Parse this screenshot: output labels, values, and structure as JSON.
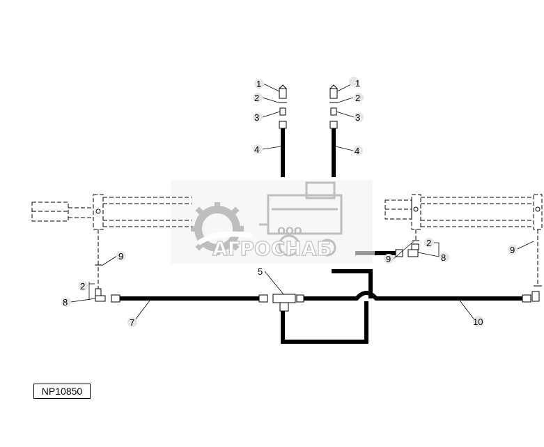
{
  "reference_number": "NP10850",
  "watermark": {
    "prefix": "ООО",
    "company": "АГРОСНАБ",
    "logo_color": "#9a9a9a"
  },
  "callouts": [
    {
      "id": "c1a",
      "label": "1"
    },
    {
      "id": "c2a",
      "label": "2"
    },
    {
      "id": "c3a",
      "label": "3"
    },
    {
      "id": "c4a",
      "label": "4"
    },
    {
      "id": "c1b",
      "label": "1"
    },
    {
      "id": "c2b",
      "label": "2"
    },
    {
      "id": "c3b",
      "label": "3"
    },
    {
      "id": "c4b",
      "label": "4"
    },
    {
      "id": "c5",
      "label": "5"
    },
    {
      "id": "c7",
      "label": "7"
    },
    {
      "id": "c8a",
      "label": "8"
    },
    {
      "id": "c8b",
      "label": "8"
    },
    {
      "id": "c2c",
      "label": "2"
    },
    {
      "id": "c2d",
      "label": "2"
    },
    {
      "id": "c9a",
      "label": "9"
    },
    {
      "id": "c9b",
      "label": "9"
    },
    {
      "id": "c9c",
      "label": "9"
    },
    {
      "id": "c10",
      "label": "10"
    }
  ]
}
